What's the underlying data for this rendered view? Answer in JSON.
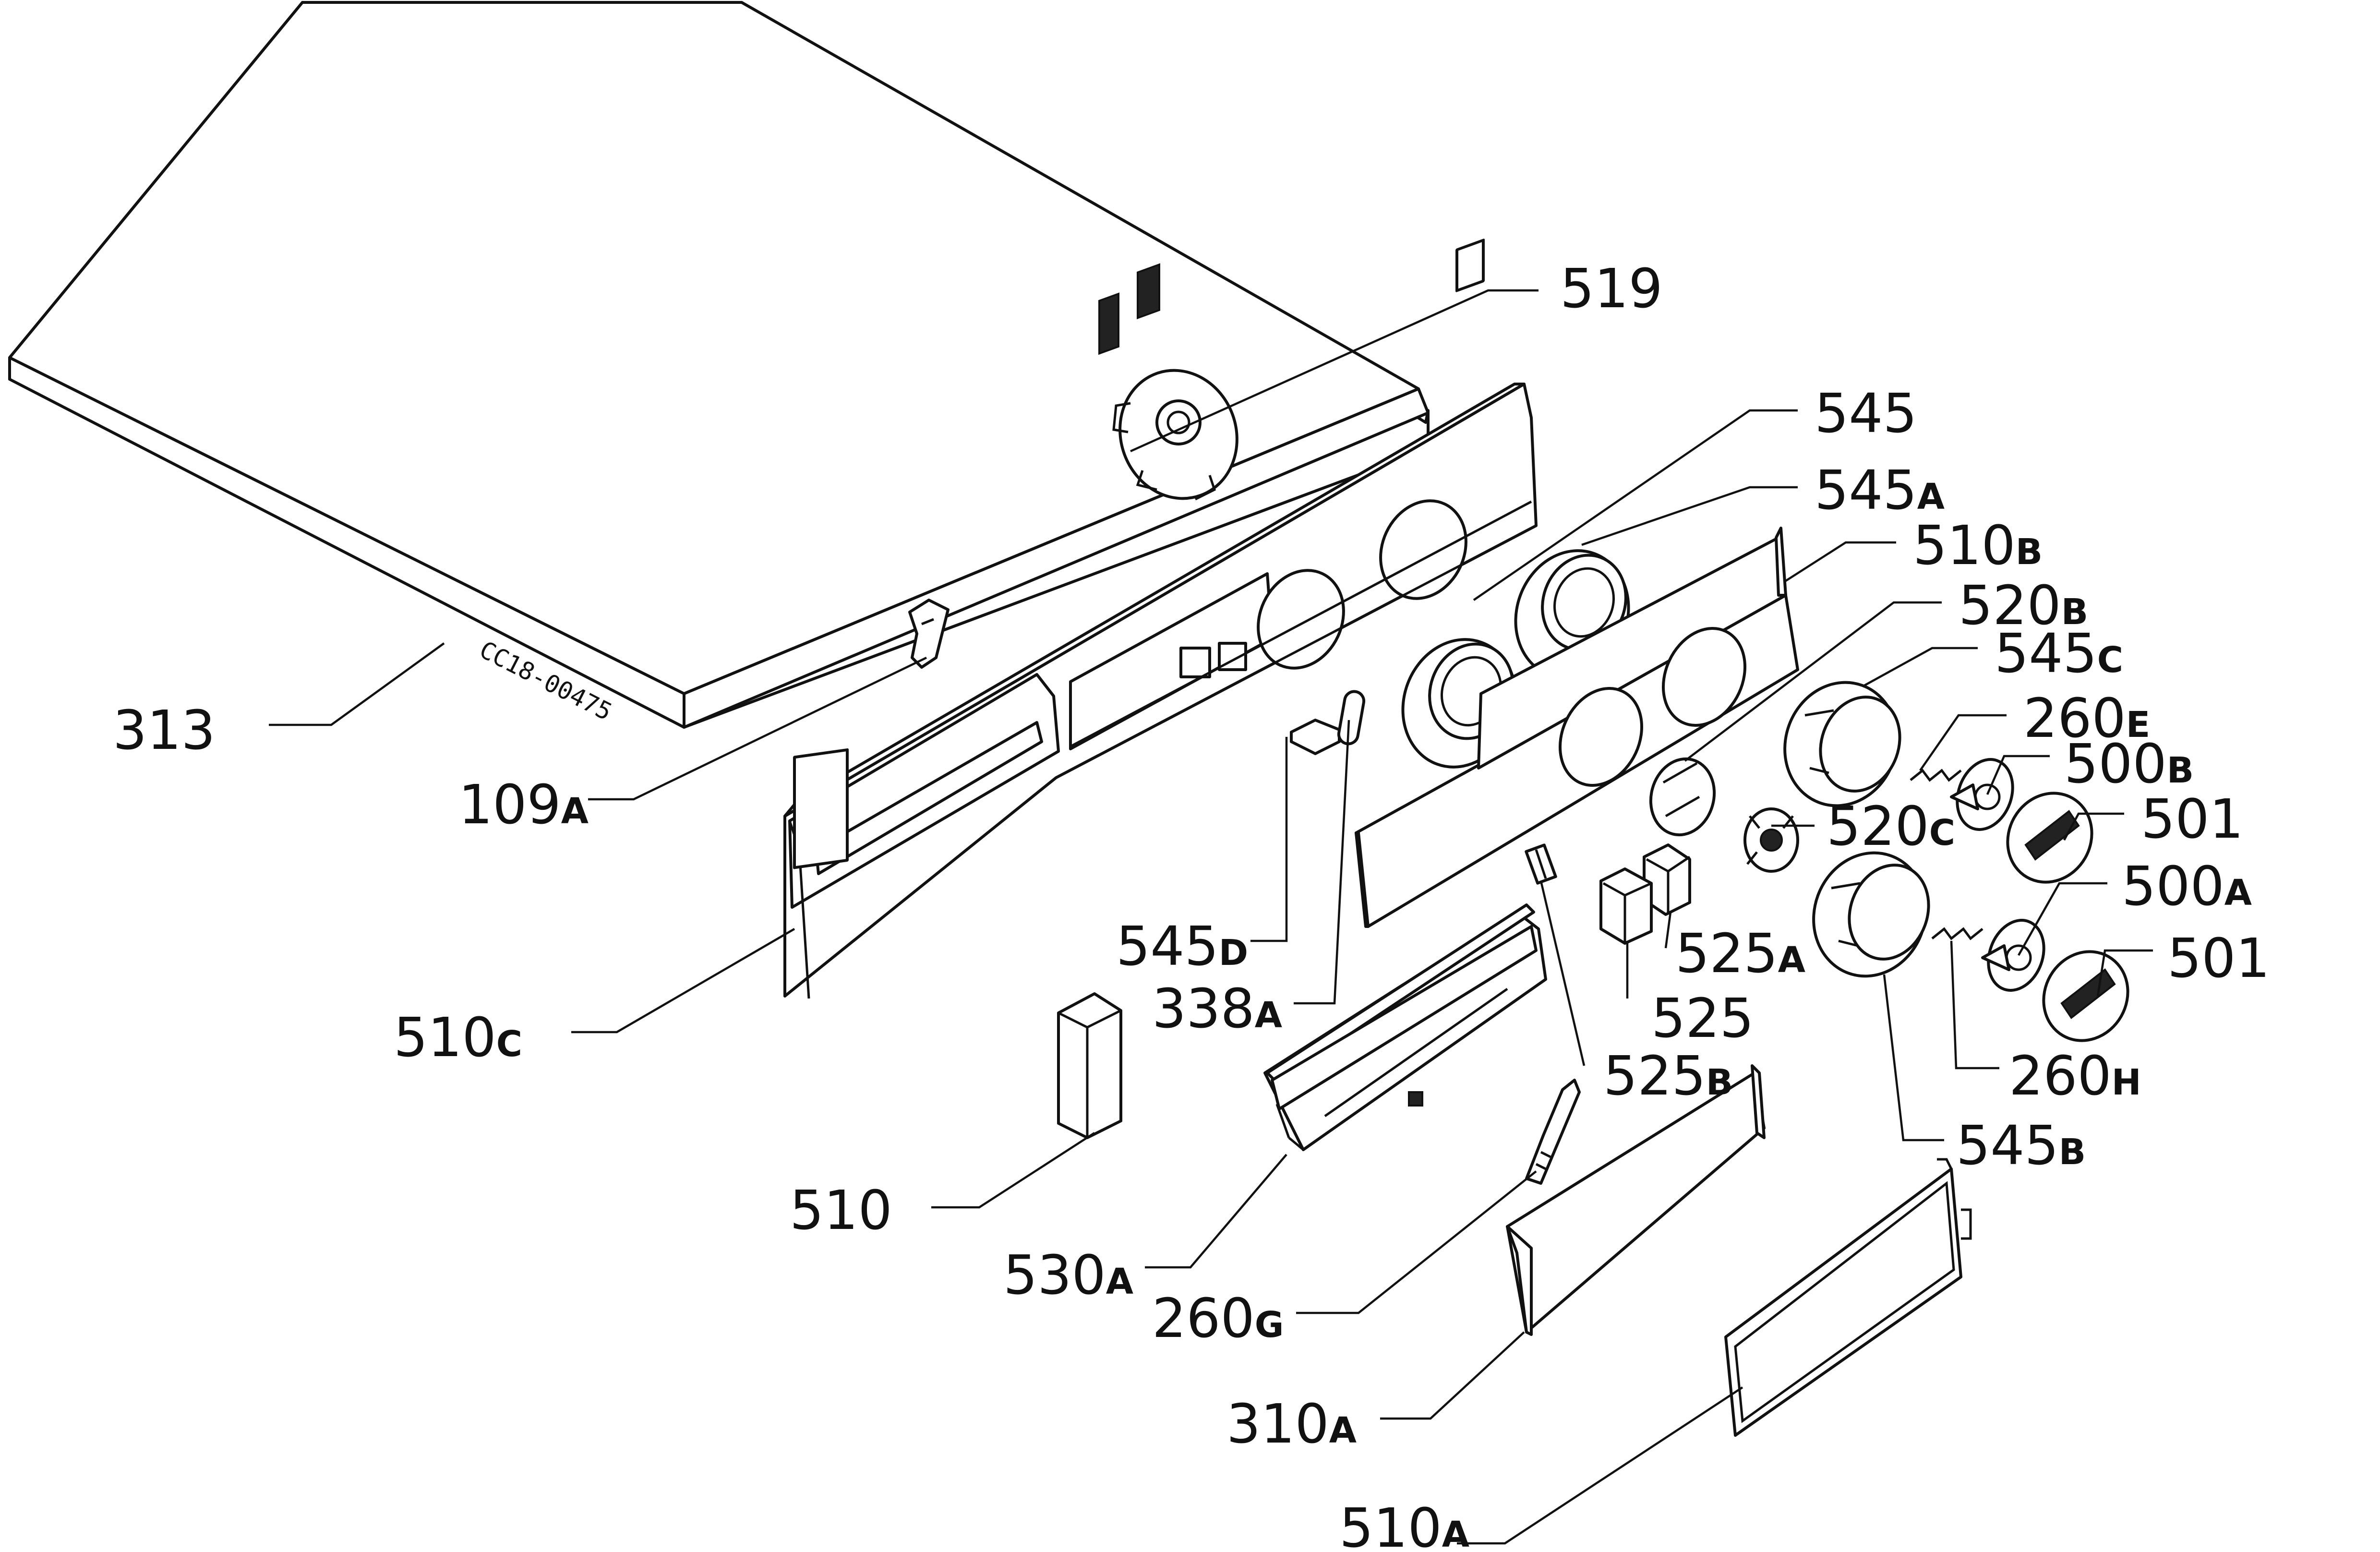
{
  "diagram": {
    "stamp_text": "CC18-00475",
    "callouts": {
      "c313": {
        "num": "313",
        "suffix": ""
      },
      "c519": {
        "num": "519",
        "suffix": ""
      },
      "c109a": {
        "num": "109",
        "suffix": "A"
      },
      "c545": {
        "num": "545",
        "suffix": ""
      },
      "c545a": {
        "num": "545",
        "suffix": "A"
      },
      "c510b": {
        "num": "510",
        "suffix": "B"
      },
      "c520b": {
        "num": "520",
        "suffix": "B"
      },
      "c545c": {
        "num": "545",
        "suffix": "C"
      },
      "c260e": {
        "num": "260",
        "suffix": "E"
      },
      "c500b": {
        "num": "500",
        "suffix": "B"
      },
      "c501a": {
        "num": "501",
        "suffix": ""
      },
      "c520c": {
        "num": "520",
        "suffix": "C"
      },
      "c500a": {
        "num": "500",
        "suffix": "A"
      },
      "c501b": {
        "num": "501",
        "suffix": ""
      },
      "c545d": {
        "num": "545",
        "suffix": "D"
      },
      "c338a": {
        "num": "338",
        "suffix": "A"
      },
      "c525a": {
        "num": "525",
        "suffix": "A"
      },
      "c525": {
        "num": "525",
        "suffix": ""
      },
      "c525b": {
        "num": "525",
        "suffix": "B"
      },
      "c510c": {
        "num": "510",
        "suffix": "C"
      },
      "c260h": {
        "num": "260",
        "suffix": "H"
      },
      "c545b": {
        "num": "545",
        "suffix": "B"
      },
      "c510": {
        "num": "510",
        "suffix": ""
      },
      "c530a": {
        "num": "530",
        "suffix": "A"
      },
      "c260g": {
        "num": "260",
        "suffix": "G"
      },
      "c310a": {
        "num": "310",
        "suffix": "A"
      },
      "c510a": {
        "num": "510",
        "suffix": "A"
      }
    }
  }
}
